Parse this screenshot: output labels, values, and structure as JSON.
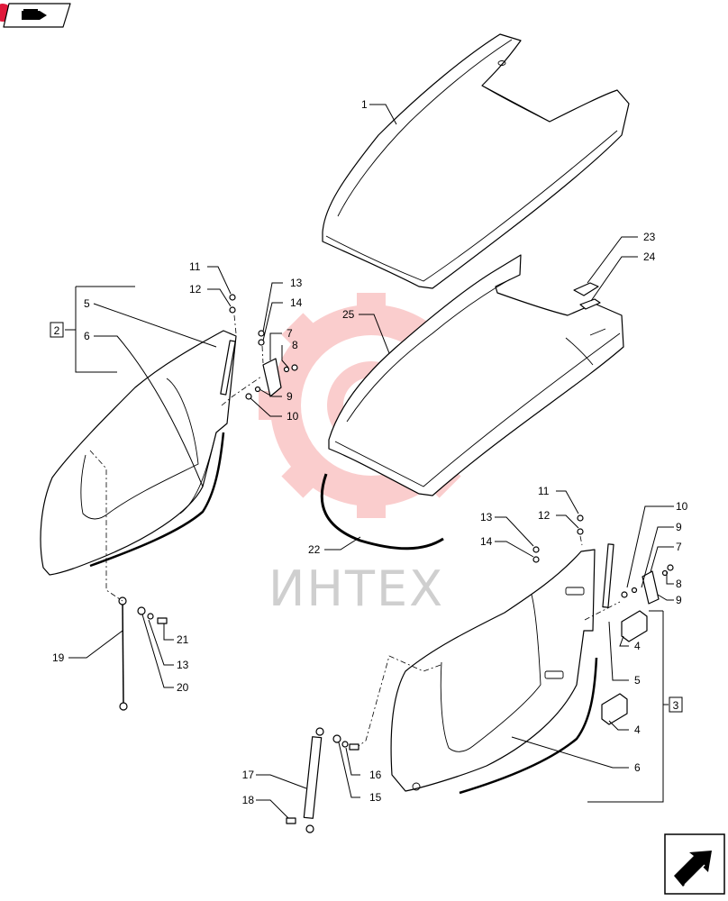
{
  "nav_icon_top": {
    "name": "manual-book-icon"
  },
  "nav_icon_bottom": {
    "name": "next-page-arrow-icon"
  },
  "watermark": {
    "text": "ИНТЕХ",
    "color": "#f25a5a"
  },
  "callouts": [
    {
      "id": "c1",
      "label": "1"
    },
    {
      "id": "c2",
      "label": "25"
    },
    {
      "id": "c3",
      "label": "23"
    },
    {
      "id": "c4",
      "label": "24"
    },
    {
      "id": "c5",
      "label": "11"
    },
    {
      "id": "c6",
      "label": "12"
    },
    {
      "id": "c7",
      "label": "13"
    },
    {
      "id": "c8",
      "label": "14"
    },
    {
      "id": "c9",
      "label": "5"
    },
    {
      "id": "c10",
      "label": "6"
    },
    {
      "id": "c11",
      "label": "7"
    },
    {
      "id": "c12",
      "label": "8"
    },
    {
      "id": "c13",
      "label": "9"
    },
    {
      "id": "c14",
      "label": "10"
    },
    {
      "id": "c15",
      "label": "22"
    },
    {
      "id": "c16",
      "label": "19"
    },
    {
      "id": "c17",
      "label": "21"
    },
    {
      "id": "c18",
      "label": "13"
    },
    {
      "id": "c19",
      "label": "20"
    },
    {
      "id": "c20",
      "label": "11"
    },
    {
      "id": "c21",
      "label": "12"
    },
    {
      "id": "c22",
      "label": "13"
    },
    {
      "id": "c23",
      "label": "14"
    },
    {
      "id": "c24",
      "label": "10"
    },
    {
      "id": "c25",
      "label": "9"
    },
    {
      "id": "c26",
      "label": "7"
    },
    {
      "id": "c27",
      "label": "8"
    },
    {
      "id": "c28",
      "label": "9"
    },
    {
      "id": "c29",
      "label": "4"
    },
    {
      "id": "c30",
      "label": "5"
    },
    {
      "id": "c31",
      "label": "4"
    },
    {
      "id": "c32",
      "label": "6"
    },
    {
      "id": "c33",
      "label": "16"
    },
    {
      "id": "c34",
      "label": "15"
    },
    {
      "id": "c35",
      "label": "17"
    },
    {
      "id": "c36",
      "label": "18"
    }
  ],
  "group_boxes": [
    {
      "id": "g1",
      "label": "2"
    },
    {
      "id": "g2",
      "label": "3"
    }
  ]
}
